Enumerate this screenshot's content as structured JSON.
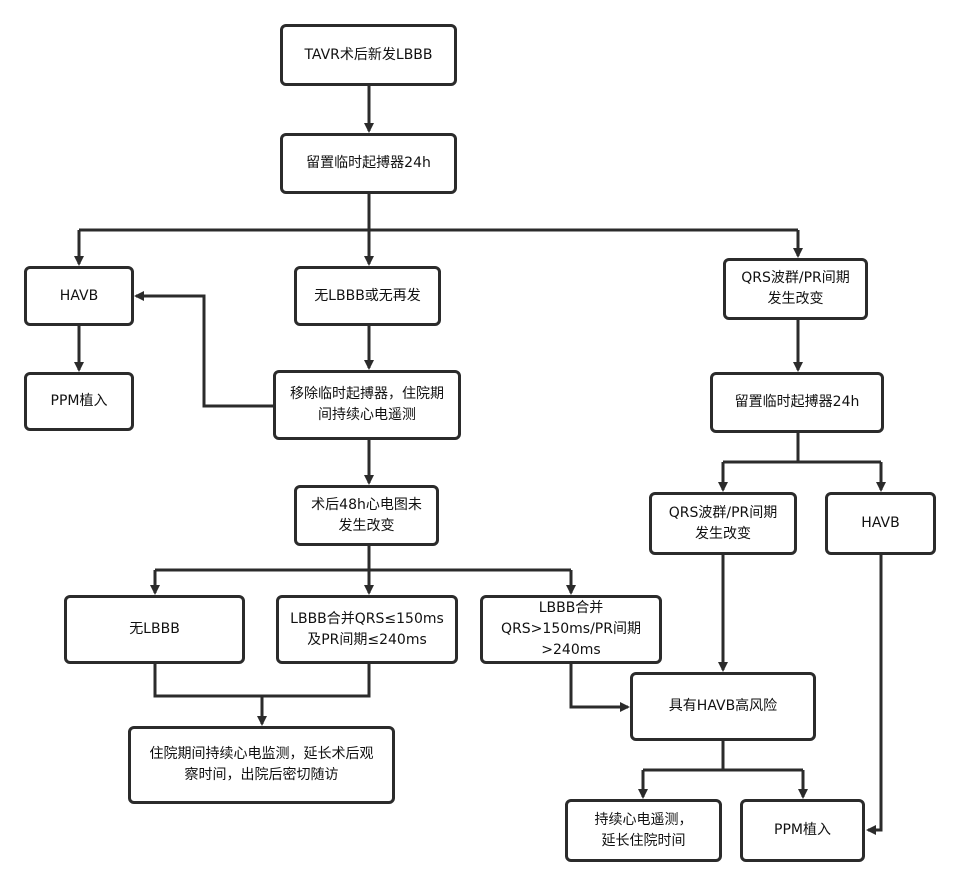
{
  "nodes": {
    "start": "TAVR术后新发LBBB",
    "pacer_24h_top": "留置临时起搏器24h",
    "havb_left": "HAVB",
    "ppm_left": "PPM植入",
    "no_lbbb_no_recur": "无LBBB或无再发",
    "remove_pacer": "移除临时起搏器，住院期\n间持续心电遥测",
    "ecg_48h_no_change": "术后48h心电图未\n发生改变",
    "no_lbbb": "无LBBB",
    "lbbb_qrs_short": "LBBB合并QRS≤150ms\n及PR间期≤240ms",
    "lbbb_qrs_long": "LBBB合并\nQRS>150ms/PR间期\n>240ms",
    "hospital_monitor": "住院期间持续心电监测，延长术后观\n察时间，出院后密切随访",
    "qrs_pr_change_right": "QRS波群/PR间期\n发生改变",
    "pacer_24h_right": "留置临时起搏器24h",
    "qrs_pr_change_mid": "QRS波群/PR间期\n发生改变",
    "havb_right": "HAVB",
    "high_risk_havb": "具有HAVB高风险",
    "continuous_monitor": "持续心电遥测，\n延长住院时间",
    "ppm_right": "PPM植入"
  },
  "colors": {
    "stroke": "#2b2b2b",
    "text": "#111111",
    "background": "#ffffff"
  }
}
